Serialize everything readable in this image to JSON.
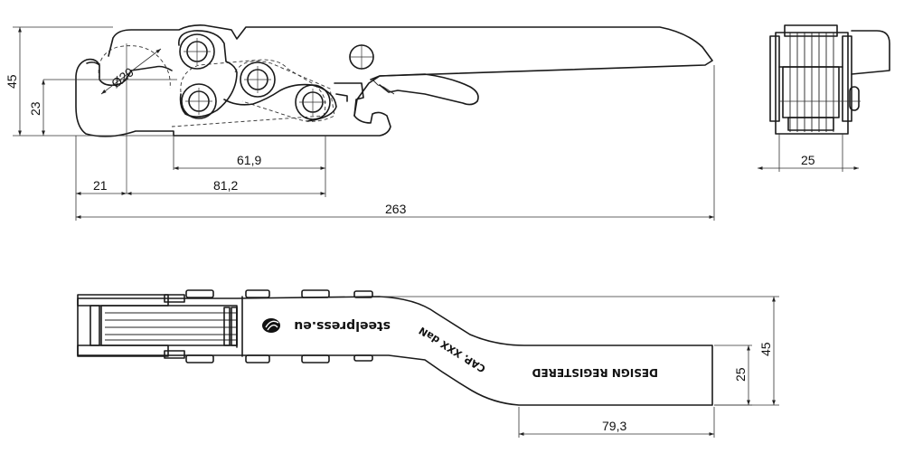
{
  "drawing": {
    "side_view": {
      "dims": {
        "overall_height": "45",
        "hook_height": "23",
        "hole_diameter": "Ø20",
        "slot_length": "61,9",
        "hook_offset": "21",
        "hook_span": "81,2",
        "overall_length": "263"
      }
    },
    "end_view": {
      "dims": {
        "width": "25"
      }
    },
    "top_view": {
      "dims": {
        "handle_length": "79,3",
        "handle_width": "25",
        "overall_width": "45"
      },
      "engravings": {
        "website": "steelpress.eu",
        "capacity": "CAP. XXX daN",
        "design": "DESIGN REGISTERED"
      }
    }
  }
}
